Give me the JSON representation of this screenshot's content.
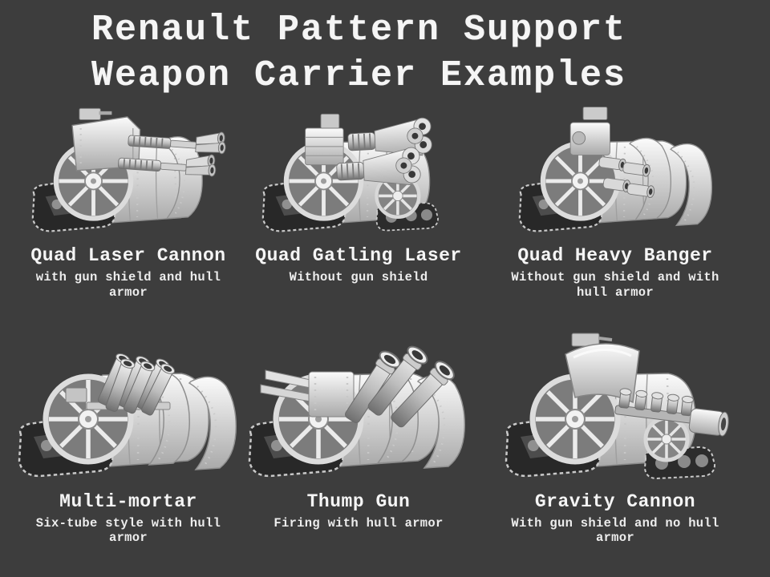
{
  "poster": {
    "background_color": "#3d3d3d",
    "text_color": "#f5f5f5",
    "title_line1": "Renault Pattern Support",
    "title_line2": "Weapon Carrier Examples"
  },
  "items": [
    {
      "name": "Quad Laser Cannon",
      "description": "with gun shield and hull armor",
      "render": "quad-laser-cannon-render"
    },
    {
      "name": "Quad Gatling Laser",
      "description": "Without gun shield",
      "render": "quad-gatling-laser-render"
    },
    {
      "name": "Quad Heavy Banger",
      "description": "Without gun shield and with hull armor",
      "render": "quad-heavy-banger-render"
    },
    {
      "name": "Multi-mortar",
      "description": "Six-tube style with hull armor",
      "render": "multi-mortar-render"
    },
    {
      "name": "Thump Gun",
      "description": "Firing with hull armor",
      "render": "thump-gun-render"
    },
    {
      "name": "Gravity Cannon",
      "description": "With gun shield and no hull armor",
      "render": "gravity-cannon-render"
    }
  ]
}
